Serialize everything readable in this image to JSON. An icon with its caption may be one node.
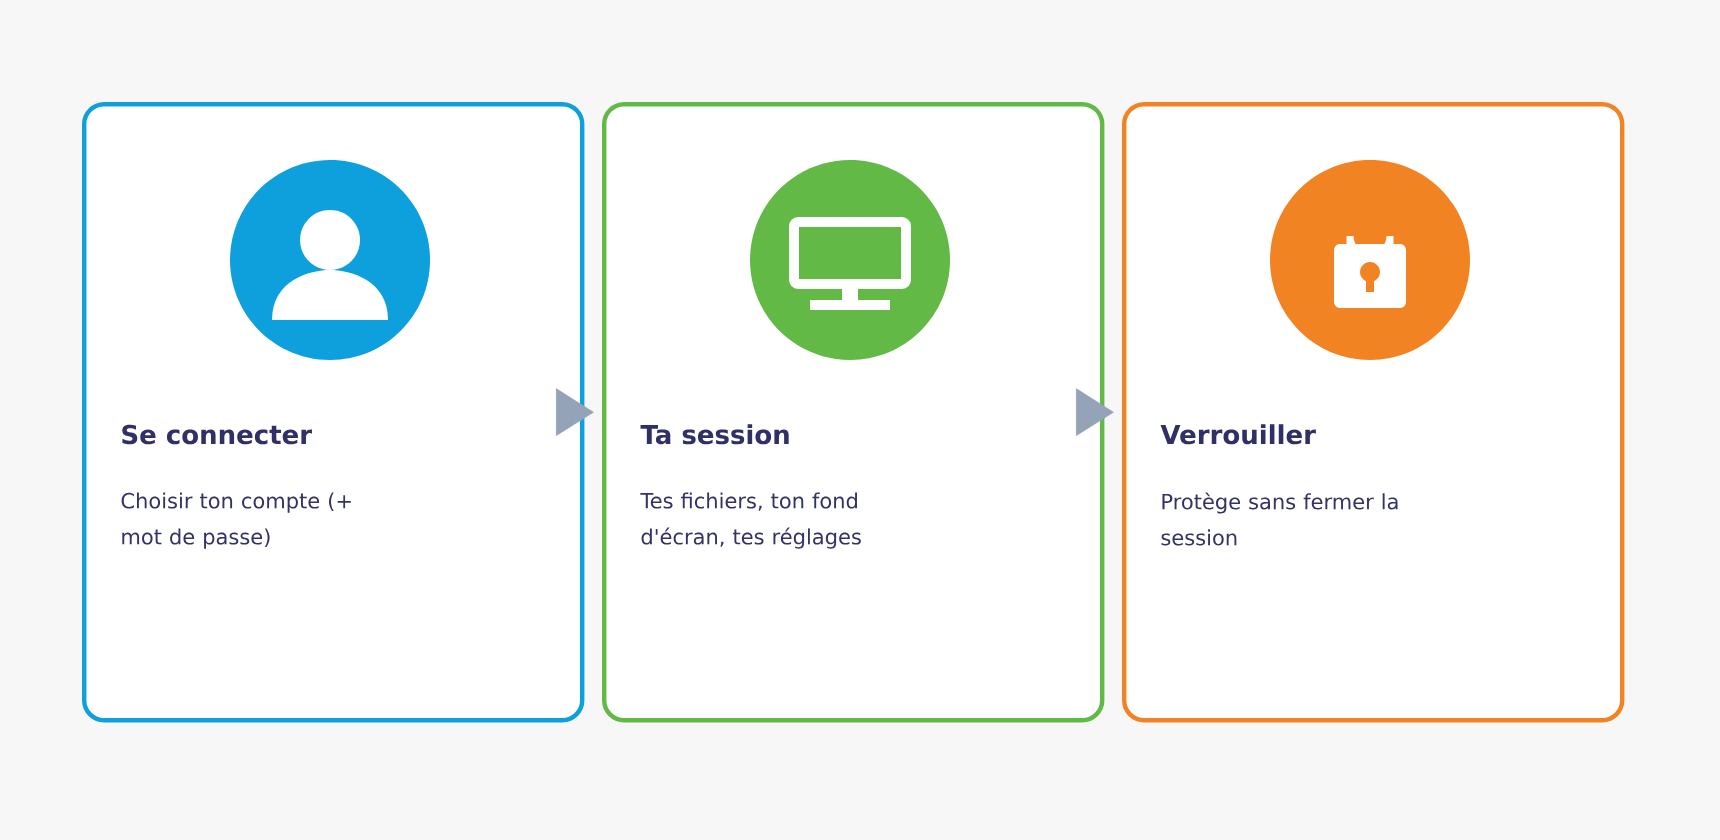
{
  "diagram": {
    "nodes": [
      {
        "text": [
          "Se connecter",
          "Choisir ton compte (+ mot de passe)"
        ]
      },
      {
        "text": [
          "Ta session",
          "Tes fichiers, ton fond d'écran, tes réglages"
        ]
      },
      {
        "text": [
          "Verrouiller",
          "Protège sans fermer la session"
        ]
      }
    ],
    "edges": [
      {
        "from": 0,
        "to": 1,
        "arrow": "to"
      },
      {
        "from": 1,
        "to": 2,
        "arrow": "to"
      }
    ]
  }
}
